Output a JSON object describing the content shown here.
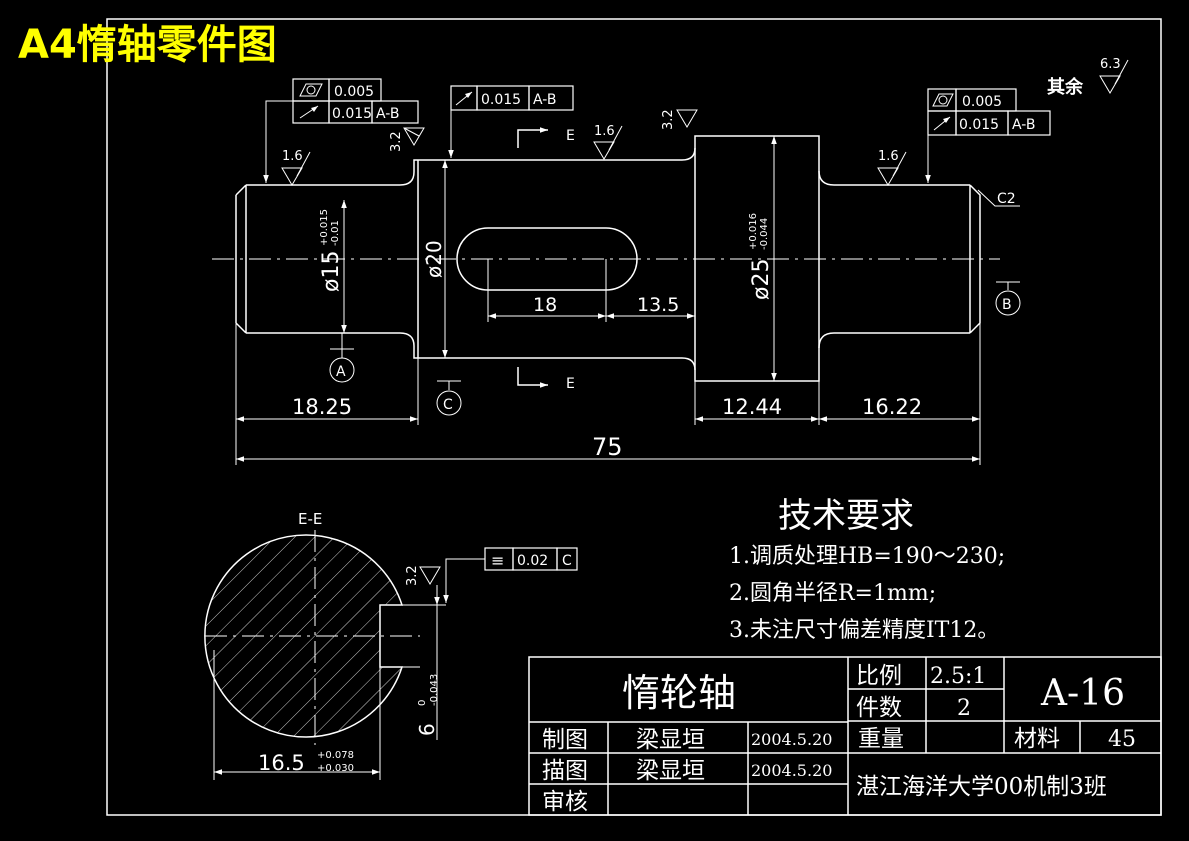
{
  "title": "A4惰轴零件图",
  "colors": {
    "background": "#000000",
    "lines": "#ffffff",
    "title": "#ffff00"
  },
  "surface": {
    "other_label": "其余",
    "other_value": "6.3",
    "r16": "1.6",
    "r32": "3.2"
  },
  "tolerances": {
    "left_runout": "0.005",
    "left_circ": "0.015",
    "left_ref": "A-B",
    "mid_circ": "0.015",
    "mid_ref": "A-B",
    "right_runout": "0.005",
    "right_circ": "0.015",
    "right_ref": "A-B",
    "section_sym": "0.02",
    "section_ref": "C",
    "sym_glyph": "≡"
  },
  "diameters": {
    "d15": "ø15",
    "d15_upper": "+0.015",
    "d15_lower": "-0.01",
    "d20": "ø20",
    "d25": "ø25",
    "d25_upper": "+0.016",
    "d25_lower": "-0.044"
  },
  "dimensions": {
    "l18": "18",
    "l13_5": "13.5",
    "l18_25": "18.25",
    "l12_44": "12.44",
    "l16_22": "16.22",
    "l75": "75",
    "chamfer": "C2"
  },
  "datums": {
    "a": "A",
    "b": "B",
    "c": "C"
  },
  "section": {
    "name_e": "E",
    "title": "E-E",
    "dia": "16.5",
    "dia_upper": "+0.078",
    "dia_lower": "+0.030",
    "key": "6",
    "key_upper": "0",
    "key_lower": "-0.043"
  },
  "requirements": {
    "heading": "技术要求",
    "items": [
      "1.调质处理HB=190～230;",
      "2.圆角半径R=1mm;",
      "3.未注尺寸偏差精度IT12。"
    ]
  },
  "titleblock": {
    "part_name": "惰轮轴",
    "scale_label": "比例",
    "scale_value": "2.5:1",
    "qty_label": "件数",
    "qty_value": "2",
    "drawing_no": "A-16",
    "drawn_label": "制图",
    "drawn_name": "梁显垣",
    "drawn_date": "2004.5.20",
    "traced_label": "描图",
    "traced_name": "梁显垣",
    "traced_date": "2004.5.20",
    "checked_label": "审核",
    "weight_label": "重量",
    "material_label": "材料",
    "material_value": "45",
    "org": "湛江海洋大学00机制3班"
  }
}
